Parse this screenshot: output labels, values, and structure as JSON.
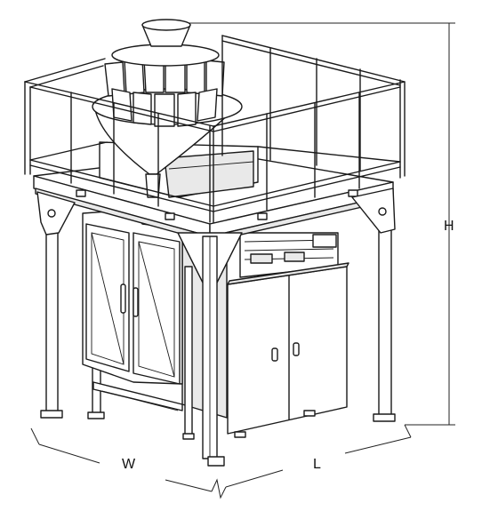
{
  "dimensions": {
    "height_label": "H",
    "width_label": "W",
    "length_label": "L"
  }
}
